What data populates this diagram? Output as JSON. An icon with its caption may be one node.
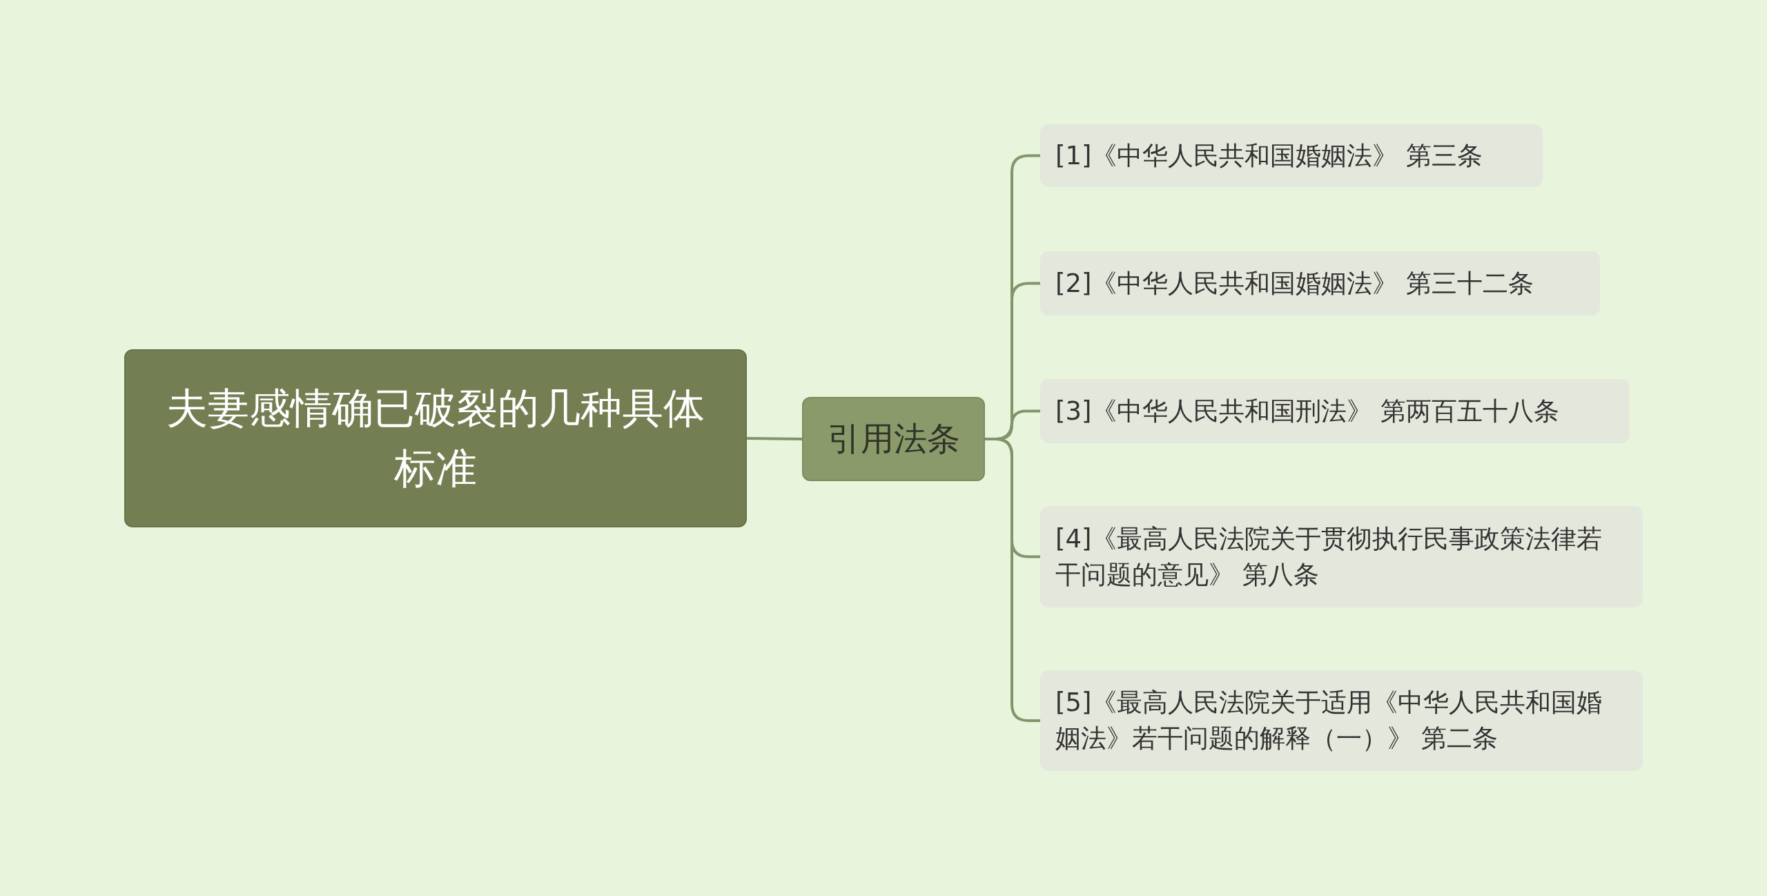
{
  "diagram": {
    "nodes": [
      {
        "text": [
          "夫妻感情确已破裂的几种具体标准"
        ]
      },
      {
        "text": [
          "引用法条"
        ]
      },
      {
        "text": [
          "[1]《中华人民共和国婚姻法》 第三条"
        ]
      },
      {
        "text": [
          "[2]《中华人民共和国婚姻法》 第三十二条"
        ]
      },
      {
        "text": [
          "[3]《中华人民共和国刑法》 第两百五十八条"
        ]
      },
      {
        "text": [
          "[4]《最高人民法院关于贯彻执行民事政策法律若干问题的意见》 第八条"
        ]
      },
      {
        "text": [
          "[5]《最高人民法院关于适用《中华人民共和国婚姻法》若干问题的解释（一）》 第二条"
        ]
      }
    ],
    "edges": [
      {
        "from": 0,
        "to": 1,
        "arrow": "none"
      },
      {
        "from": 1,
        "to": 2,
        "arrow": "none"
      },
      {
        "from": 1,
        "to": 3,
        "arrow": "none"
      },
      {
        "from": 1,
        "to": 4,
        "arrow": "none"
      },
      {
        "from": 1,
        "to": 5,
        "arrow": "none"
      },
      {
        "from": 1,
        "to": 6,
        "arrow": "none"
      }
    ]
  }
}
